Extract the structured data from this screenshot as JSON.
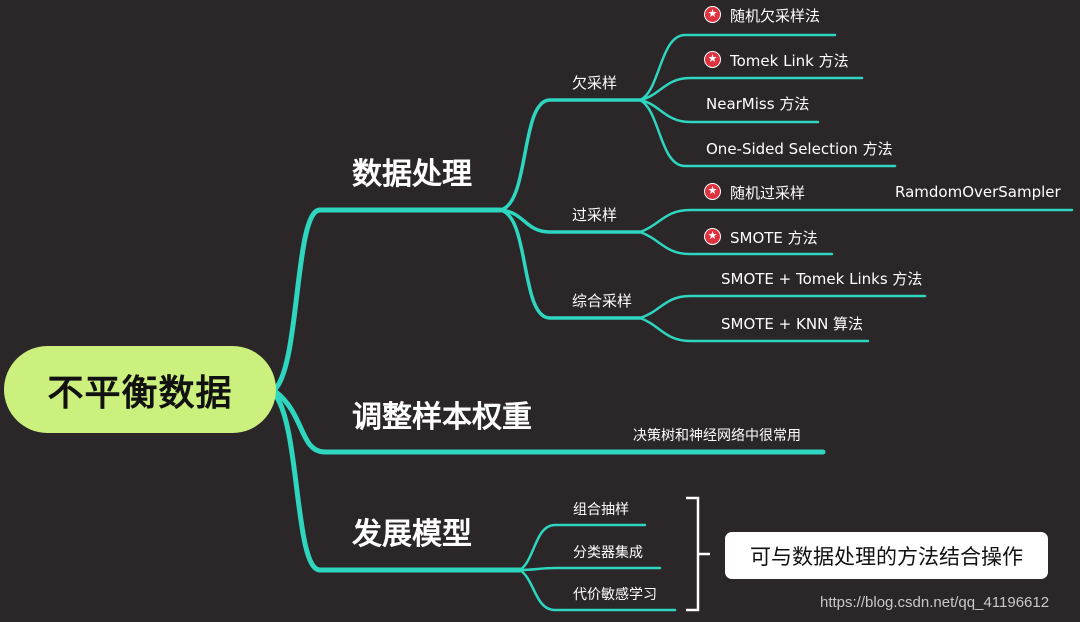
{
  "root": {
    "label": "不平衡数据"
  },
  "branches": {
    "data_processing": {
      "label": "数据处理",
      "undersampling": {
        "label": "欠采样",
        "items": [
          {
            "label": "随机欠采样法",
            "starred": true
          },
          {
            "label": "Tomek Link 方法",
            "starred": true
          },
          {
            "label": "NearMiss 方法",
            "starred": false
          },
          {
            "label": "One-Sided Selection 方法",
            "starred": false
          }
        ]
      },
      "oversampling": {
        "label": "过采样",
        "items": [
          {
            "label": "随机过采样",
            "starred": true,
            "extra": "RamdomOverSampler"
          },
          {
            "label": "SMOTE 方法",
            "starred": true
          }
        ]
      },
      "combined": {
        "label": "综合采样",
        "items": [
          {
            "label": "SMOTE + Tomek Links 方法"
          },
          {
            "label": "SMOTE + KNN 算法"
          }
        ]
      }
    },
    "weights": {
      "label": "调整样本权重",
      "note": "决策树和神经网络中很常用"
    },
    "models": {
      "label": "发展模型",
      "items": [
        {
          "label": "组合抽样"
        },
        {
          "label": "分类器集成"
        },
        {
          "label": "代价敏感学习"
        }
      ],
      "bracket_note": "可与数据处理的方法结合操作"
    }
  },
  "watermark": "https://blog.csdn.net/qq_41196612",
  "colors": {
    "background": "#2b2628",
    "branch_line": "#2ed6bf",
    "root_fill": "#ccf07e",
    "star_fill": "#e0323e",
    "text": "#ffffff"
  },
  "icons": {
    "star": "star-badge-icon"
  }
}
